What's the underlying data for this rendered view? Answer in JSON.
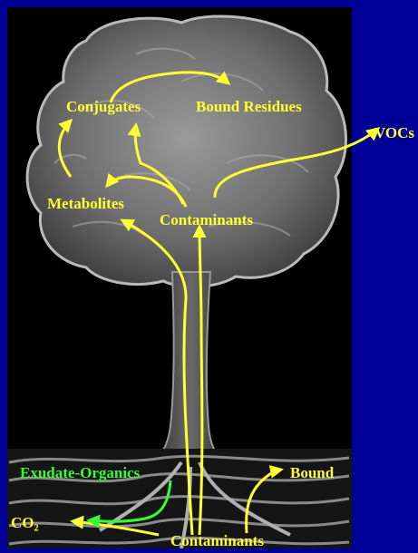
{
  "labels": {
    "conjugates": "Conjugates",
    "bound_residues": "Bound Residues",
    "vocs": "VOCs",
    "metabolites": "Metabolites",
    "contaminants_top": "Contaminants",
    "exudate_organics": "Exudate-Organics",
    "bound": "Bound",
    "co2": "CO₂",
    "contaminants_bottom": "Contaminants"
  },
  "colors": {
    "background": "#000099",
    "panel": "#000000",
    "label_yellow": "#ffff33",
    "label_green": "#33ff33"
  }
}
